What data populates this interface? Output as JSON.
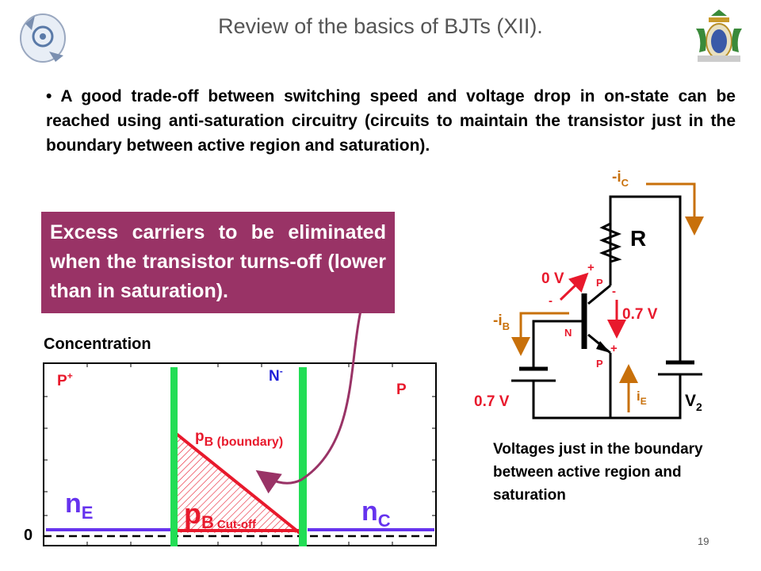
{
  "title": "Review of the basics of BJTs (XII).",
  "bullet": {
    "marker": "•",
    "text": "A good trade-off between switching speed and voltage drop in on-state can be reached using anti-saturation circuitry (circuits to maintain the transistor just in the boundary between active region and saturation)."
  },
  "callout": "Excess carriers to be eliminated when the  transistor turns-off (lower than in saturation).",
  "plot": {
    "ylabel": "Concentration",
    "zero": "0",
    "region_left": "P",
    "region_left_sup": "+",
    "region_mid": "N",
    "region_mid_sup": "-",
    "region_right": "P",
    "nE": "n",
    "nE_sub": "E",
    "nC": "n",
    "nC_sub": "C",
    "pB_boundary": "p",
    "pB_boundary_sub": "B (boundary)",
    "pB_cutoff": "p",
    "pB_cutoff_sub": "B",
    "pB_cutoff_sub2": "Cut-off"
  },
  "circuit": {
    "ic": "-i",
    "ic_sub": "C",
    "ib": "-i",
    "ib_sub": "B",
    "ie": "i",
    "ie_sub": "E",
    "R": "R",
    "v_be": "0 V",
    "v_ce": "0.7 V",
    "v1": "0.7 V",
    "v2": "V",
    "v2_sub": "2",
    "P_top": "P",
    "N": "N",
    "P_bot": "P",
    "plus": "+",
    "minus": "-"
  },
  "caption": "Voltages just in the boundary between active region and saturation",
  "page_number": "19",
  "colors": {
    "title": "#555555",
    "callout_bg": "#993366",
    "red": "#e8192c",
    "blue": "#1f1fd8",
    "purple": "#6633ee",
    "green": "#22dd55",
    "orange": "#c8700a",
    "arrow_purple": "#993366"
  }
}
